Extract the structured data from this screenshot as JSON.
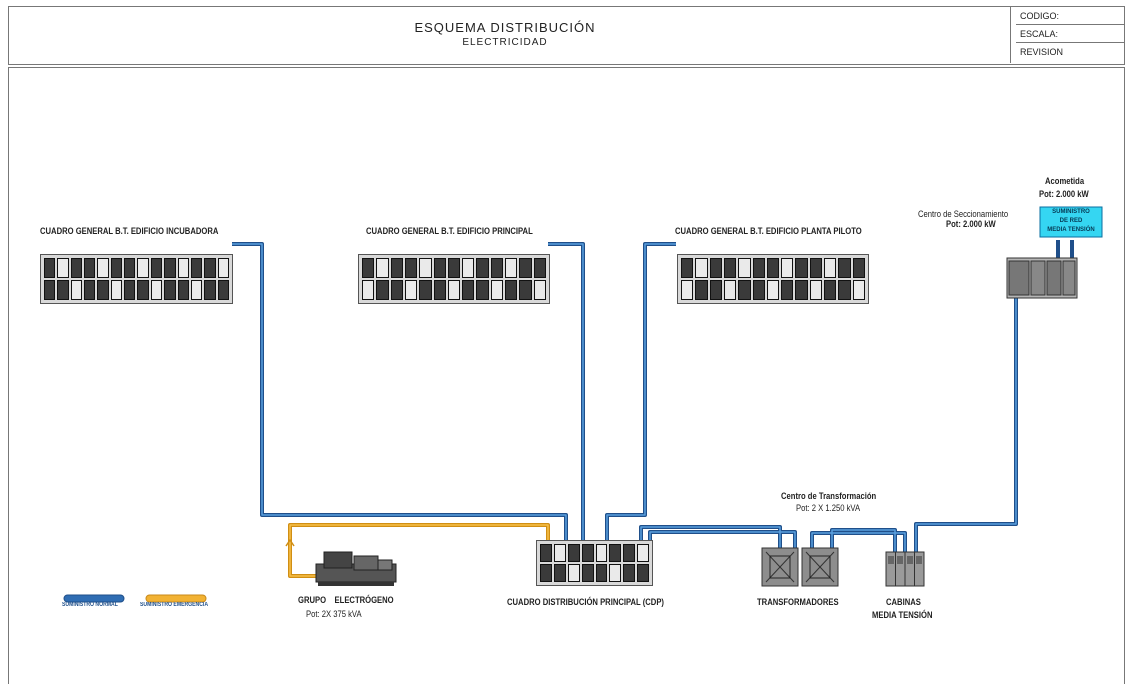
{
  "header": {
    "title": "ESQUEMA DISTRIBUCIÓN",
    "subtitle": "ELECTRICIDAD",
    "meta": {
      "codigo": "CODIGO:",
      "escala": "ESCALA:",
      "revision": "REVISION"
    }
  },
  "panels": {
    "incubadora": "CUADRO GENERAL B.T. EDIFICIO INCUBADORA",
    "principal": "CUADRO GENERAL B.T. EDIFICIO PRINCIPAL",
    "planta_piloto": "CUADRO GENERAL B.T. EDIFICIO PLANTA PILOTO"
  },
  "acometida": {
    "title": "Acometida",
    "power": "Pot: 2.000 kW",
    "box": [
      "SUMINISTRO",
      "DE RED",
      "MEDIA TENSIÓN"
    ]
  },
  "seccionamiento": {
    "title": "Centro de Seccionamiento",
    "power": "Pot: 2.000 kW"
  },
  "transformacion": {
    "title": "Centro de Transformación",
    "power": "Pot: 2 X 1.250 kVA"
  },
  "components": {
    "cdp": "CUADRO DISTRIBUCIÓN PRINCIPAL (CDP)",
    "transformadores": "TRANSFORMADORES",
    "cabinas_line1": "CABINAS",
    "cabinas_line2": "MEDIA TENSIÓN",
    "grupo_line1": "GRUPO    ELECTRÓGENO",
    "grupo_line2": "Pot: 2X 375 kVA"
  },
  "legend": {
    "normal": "SUMINISTRO NORMAL",
    "emergencia": "SUMINISTRO EMERGENCIA"
  },
  "colors": {
    "normal_line": "#2f6db3",
    "emergency_line": "#f2b233",
    "acometida_box": "#35d6f2"
  }
}
